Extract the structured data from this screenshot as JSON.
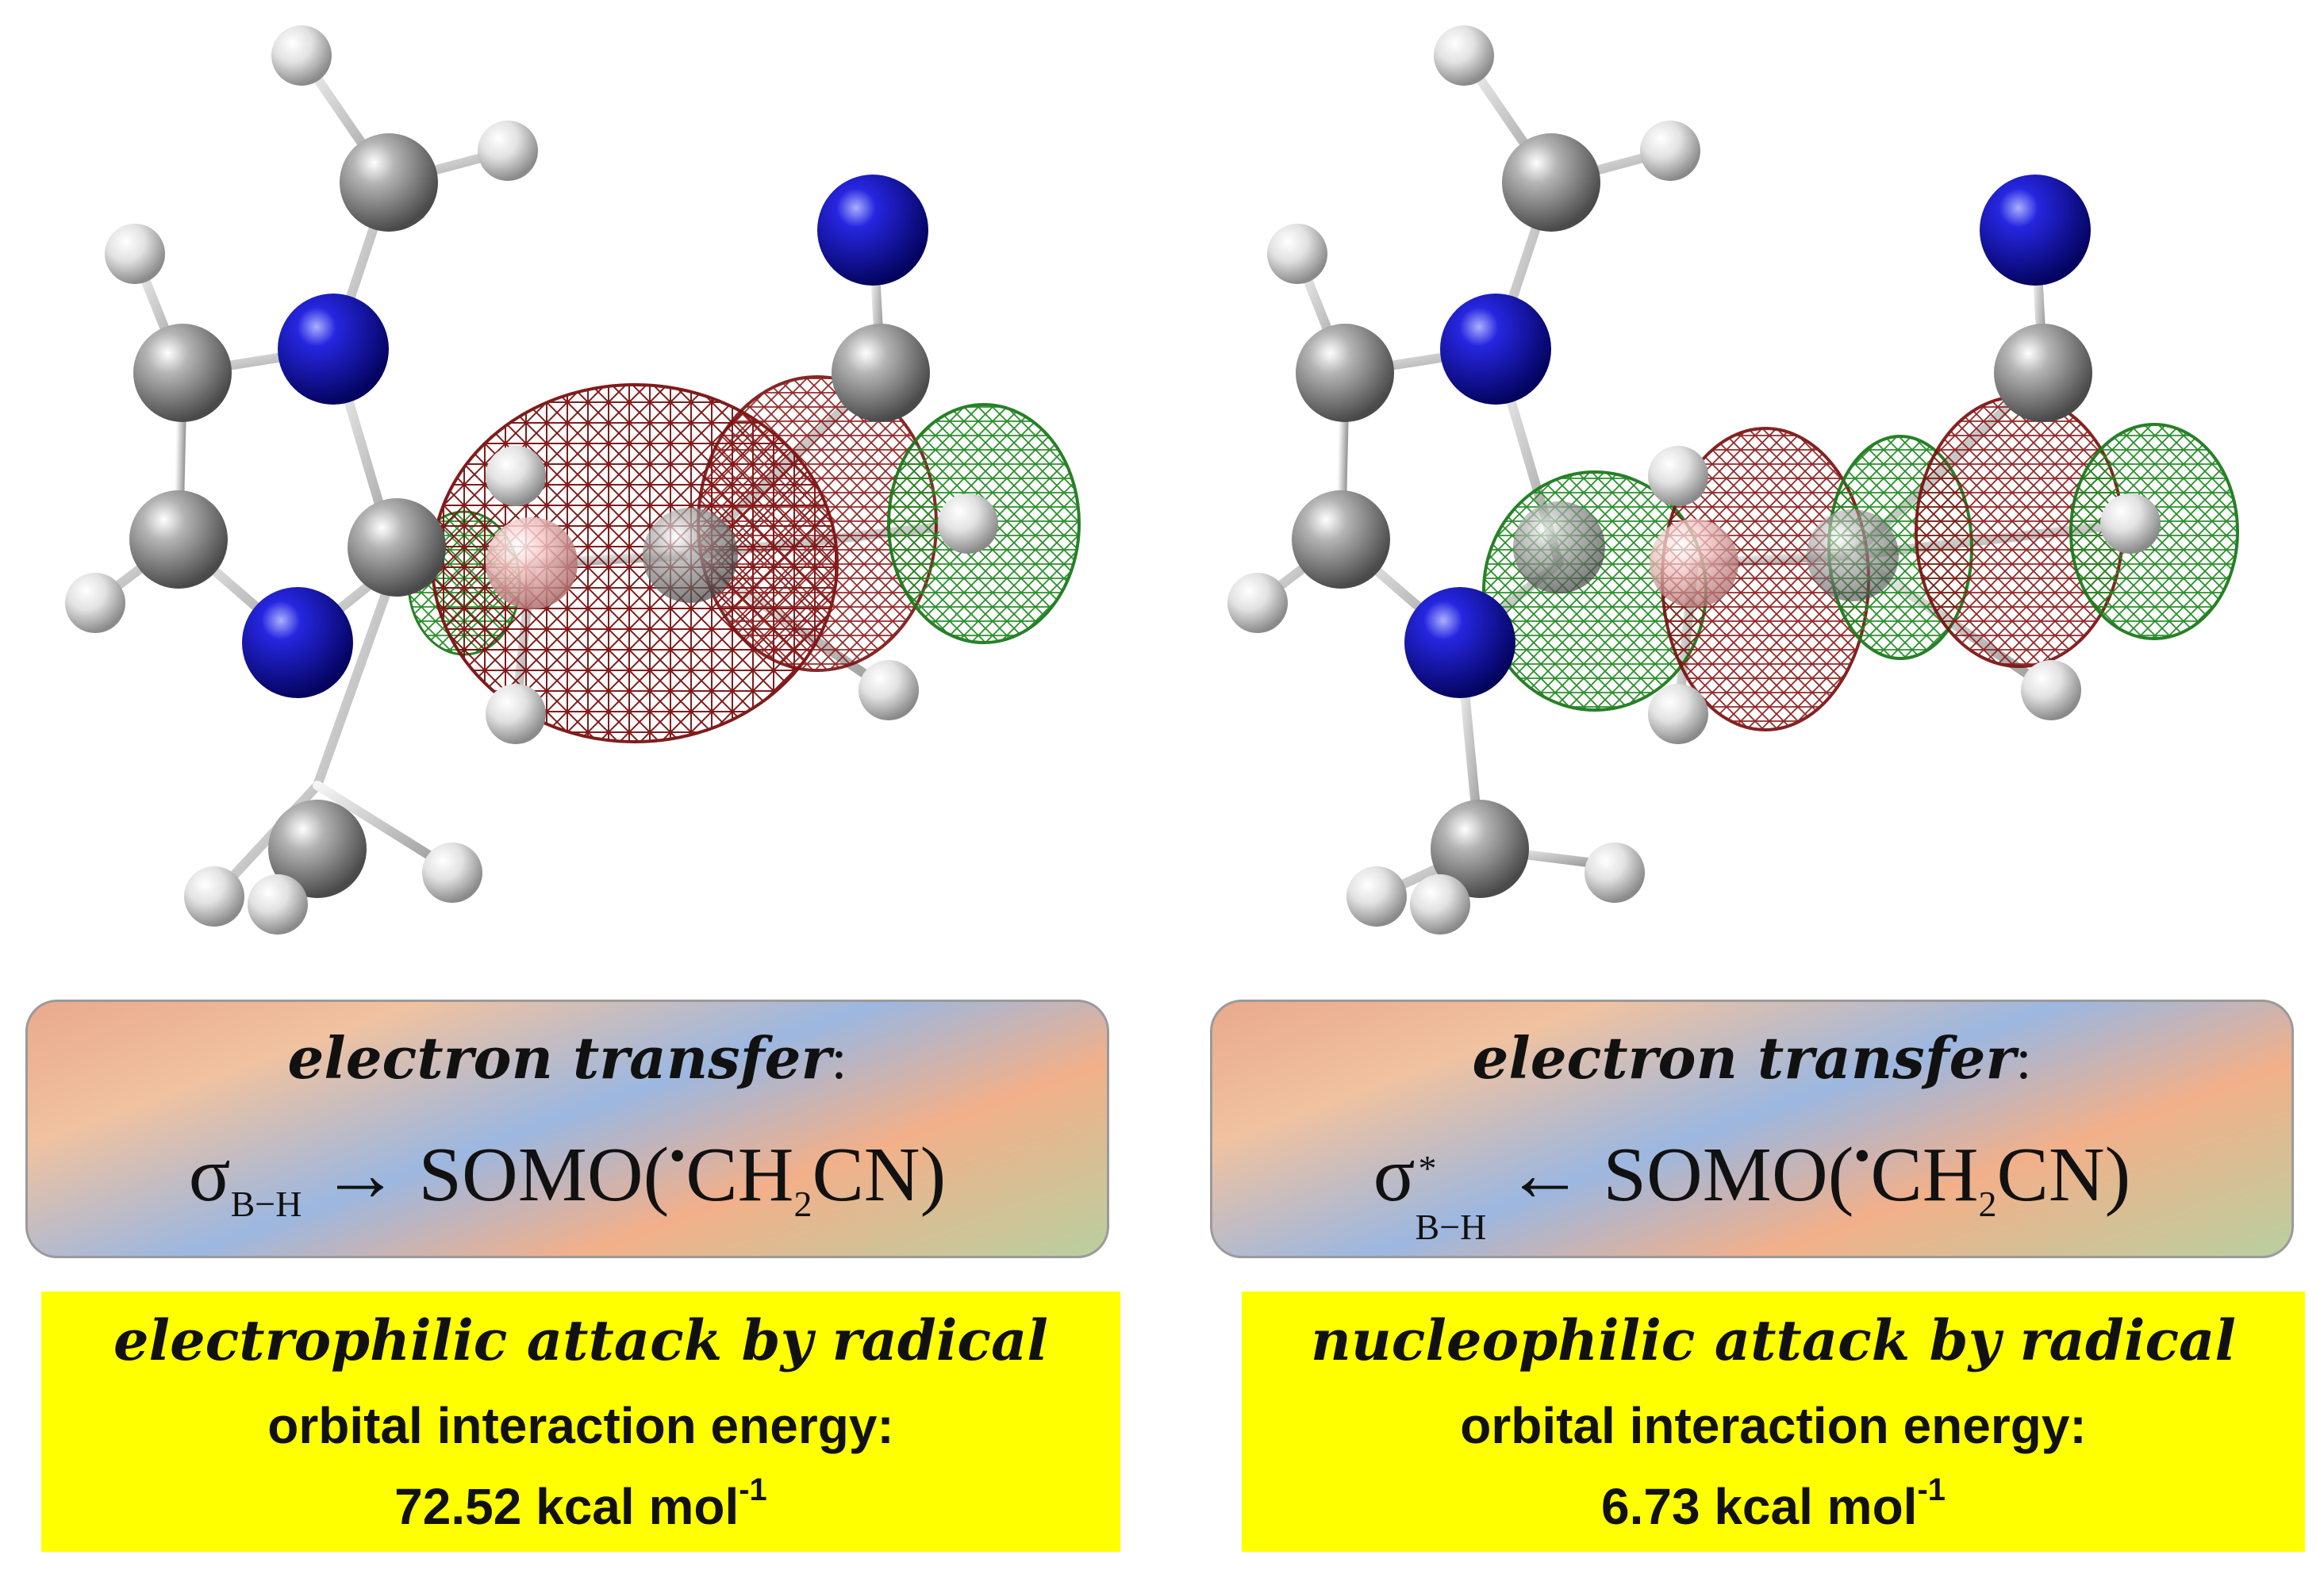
{
  "panels": [
    {
      "id": "electrophilic",
      "et_title": "electron transfer",
      "et_colon": ":",
      "sigma": "σ",
      "sigma_star": "",
      "sigma_sub": "B−H",
      "arrow": "→",
      "somo_prefix": "SOMO(",
      "radical_dot": "•",
      "ch": "CH",
      "ch_sub": "2",
      "cn": "CN)",
      "attack": "electrophilic attack by radical",
      "energy_label": "orbital interaction energy:",
      "energy_value": "72.52 kcal mol",
      "energy_exp": "-1",
      "orbital_lobes": [
        "green",
        "red",
        "red",
        "green"
      ]
    },
    {
      "id": "nucleophilic",
      "et_title": "electron transfer",
      "et_colon": ":",
      "sigma": "σ",
      "sigma_star": "*",
      "sigma_sub": "B−H",
      "arrow": "←",
      "somo_prefix": "SOMO(",
      "radical_dot": "•",
      "ch": "CH",
      "ch_sub": "2",
      "cn": "CN)",
      "attack": "nucleophilic attack by radical",
      "energy_label": "orbital interaction energy:",
      "energy_value": "6.73 kcal mol",
      "energy_exp": "-1",
      "orbital_lobes": [
        "green",
        "red",
        "green",
        "red",
        "green"
      ]
    }
  ],
  "colors": {
    "carbon": "#8c8c8c",
    "nitrogen": "#1a1acc",
    "hydrogen": "#e6e6e6",
    "boron": "#f2b8b8",
    "lobe_red": "#7a1010",
    "lobe_green": "#1c7a1c",
    "highlight": "#ffff00",
    "box_border": "#9a9a9a"
  }
}
